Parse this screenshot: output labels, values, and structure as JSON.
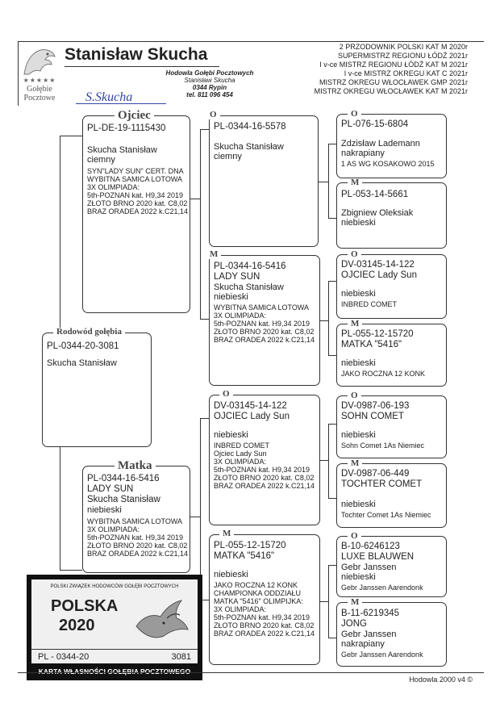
{
  "header": {
    "name": "Stanisław Skucha",
    "logo_line1": "Gołębie",
    "logo_line2": "Pocztowe",
    "signature": "S.Skucha",
    "center": [
      "Hodowla Gołębi Pocztowych",
      "Stanisław Skucha",
      "0344 Rypin",
      "tel. 811 096 454"
    ],
    "titles": [
      "2 PRZODOWNIK POLSKI KAT M 2020r",
      "SUPERMISTRZ REGIONU ŁÓDŹ 2021r",
      "I v-ce MISTRZ REGIONU ŁÓDŹ KAT M 2021r",
      "I v-ce MISTRZ OKREGU KAT C 2021r",
      "MISTRZ OKREGU WŁOCŁAWEK GMP 2021r",
      "MISTRZ OKREGU WŁOCŁAWEK KAT M 2021r"
    ]
  },
  "labels": {
    "sire": "Ojciec",
    "dam": "Matka",
    "pedigree": "Rodowód gołębia",
    "o": "O",
    "m": "M"
  },
  "subject": {
    "ring": "PL-0344-20-3081",
    "breeder": "Skucha Stanisław"
  },
  "sire": {
    "ring": "PL-DE-19-1115430",
    "breeder": "Skucha Stanisław",
    "color": "ciemny",
    "notes": [
      "SYN\"LADY SUN\" CERT. DNA",
      "WYBITNA SAMICA LOTOWA",
      "3X  OLIMPIADA:",
      "5th-POZNAN kat. H9,34 2019",
      "ZŁOTO BRNO 2020 kat. C8,02",
      "BRAZ ORADEA 2022 k.C21,14"
    ]
  },
  "sire_sire": {
    "ring": "PL-0344-16-5578",
    "breeder": "Skucha Stanisław",
    "color": "ciemny"
  },
  "sire_dam": {
    "ring": "PL-0344-16-5416",
    "name": "LADY SUN",
    "breeder": "Skucha Stanisław",
    "color": "niebieski",
    "notes": [
      "WYBITNA SAMICA LOTOWA",
      "3X OLIMPIADA:",
      "5th-POZNAN kat. H9,34 2019",
      "ZŁOTO BRNO 2020 kat. C8,02",
      "BRAZ ORADEA 2022 k.C21,14"
    ]
  },
  "ss_sire": {
    "ring": "PL-076-15-6804",
    "breeder": "Zdzisław Lademann",
    "color": "nakrapiany",
    "note": "1 AS WG KOSAKOWO 2015"
  },
  "ss_dam": {
    "ring": "PL-053-14-5661",
    "breeder": "Zbigniew Oleksiak",
    "color": "niebieski"
  },
  "sd_sire": {
    "ring": "DV-03145-14-122",
    "name": "OJCIEC Lady Sun",
    "color": "niebieski",
    "note": "INBRED COMET"
  },
  "sd_dam": {
    "ring": "PL-055-12-15720",
    "name": "MATKA \"5416\"",
    "color": "niebieski",
    "note": "JAKO ROCZNA 12 KONK"
  },
  "dam": {
    "ring": "PL-0344-16-5416",
    "name": "LADY SUN",
    "breeder": "Skucha Stanisław",
    "color": "niebieski",
    "notes": [
      "WYBITNA SAMICA LOTOWA",
      "3X OLIMPIADA:",
      "5th-POZNAN kat. H9,34 2019",
      "ZŁOTO BRNO 2020 kat. C8,02",
      "BRAZ ORADEA 2022 k.C21,14"
    ]
  },
  "dam_sire": {
    "ring": "DV-03145-14-122",
    "name": "OJCIEC Lady Sun",
    "color": "niebieski",
    "notes": [
      "INBRED COMET",
      "Ojciec Lady Sun",
      "3X OLIMPIADA:",
      "5th-POZNAN kat. H9,34 2019",
      "ZŁOTO BRNO 2020 kat. C8,02",
      "BRAZ ORADEA 2022 k.C21,14"
    ]
  },
  "dam_dam": {
    "ring": "PL-055-12-15720",
    "name": "MATKA \"5416\"",
    "color": "niebieski",
    "notes": [
      "JAKO ROCZNA 12 KONK",
      "CHAMPIONKA ODDZIAŁU",
      "MATKA \"5416\" OLIMPIJKA:",
      "3X OLIMPIADA:",
      "5th-POZNAN kat. H9,34 2019",
      "ZŁOTO BRNO 2020 kat. C8,02",
      "BRAZ ORADEA 2022 k.C21,14"
    ]
  },
  "ds_sire": {
    "ring": "DV-0987-06-193",
    "name": "SOHN COMET",
    "color": "niebieski",
    "note": "Sohn Comet 1As Niemiec"
  },
  "ds_dam": {
    "ring": "DV-0987-06-449",
    "name": "TOCHTER COMET",
    "color": "niebieski",
    "note": "Tochter Comet 1As Niemiec"
  },
  "dd_sire": {
    "ring": "B-10-6246123",
    "name": "LUXE BLAUWEN",
    "breeder": "Gebr Janssen",
    "color": "niebieski",
    "note": "Gebr Janssen Aarendonk"
  },
  "dd_dam": {
    "ring": "B-11-6219345",
    "name": "JONG",
    "breeder": "Gebr Janssen",
    "color": "nakrapiany",
    "note": "Gebr Janssen Aarendonk"
  },
  "card": {
    "org": "POLSKI ZWIĄZEK HODOWCÓW GOŁĘBI POCZTOWYCH",
    "country": "POLSKA",
    "year": "2020",
    "ring_left": "PL - 0344-20",
    "ring_right": "3081",
    "footer": "KARTA WŁASNOŚCI GOŁĘBIA POCZTOWEGO"
  },
  "footer": {
    "version": "Hodowla 2000 v4 ©"
  }
}
